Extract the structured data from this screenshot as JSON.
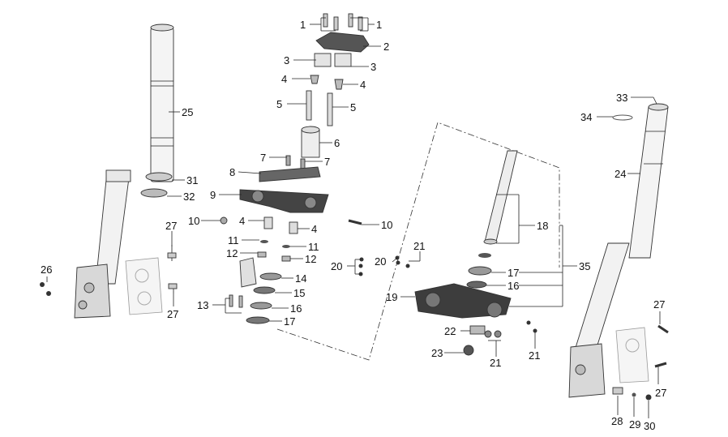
{
  "diagram": {
    "labels": [
      {
        "id": "callout-1a",
        "text": "1"
      },
      {
        "id": "callout-1b",
        "text": "1"
      },
      {
        "id": "callout-2",
        "text": "2"
      },
      {
        "id": "callout-3a",
        "text": "3"
      },
      {
        "id": "callout-3b",
        "text": "3"
      },
      {
        "id": "callout-4a",
        "text": "4"
      },
      {
        "id": "callout-4b",
        "text": "4"
      },
      {
        "id": "callout-5a",
        "text": "5"
      },
      {
        "id": "callout-5b",
        "text": "5"
      },
      {
        "id": "callout-6",
        "text": "6"
      },
      {
        "id": "callout-7a",
        "text": "7"
      },
      {
        "id": "callout-7b",
        "text": "7"
      },
      {
        "id": "callout-8",
        "text": "8"
      },
      {
        "id": "callout-9",
        "text": "9"
      },
      {
        "id": "callout-10a",
        "text": "10"
      },
      {
        "id": "callout-10b",
        "text": "10"
      },
      {
        "id": "callout-4c",
        "text": "4"
      },
      {
        "id": "callout-4d",
        "text": "4"
      },
      {
        "id": "callout-11a",
        "text": "11"
      },
      {
        "id": "callout-11b",
        "text": "11"
      },
      {
        "id": "callout-12a",
        "text": "12"
      },
      {
        "id": "callout-12b",
        "text": "12"
      },
      {
        "id": "callout-13",
        "text": "13"
      },
      {
        "id": "callout-14",
        "text": "14"
      },
      {
        "id": "callout-15",
        "text": "15"
      },
      {
        "id": "callout-16a",
        "text": "16"
      },
      {
        "id": "callout-17a",
        "text": "17"
      },
      {
        "id": "callout-25",
        "text": "25"
      },
      {
        "id": "callout-26",
        "text": "26"
      },
      {
        "id": "callout-27a",
        "text": "27"
      },
      {
        "id": "callout-27b",
        "text": "27"
      },
      {
        "id": "callout-31",
        "text": "31"
      },
      {
        "id": "callout-32",
        "text": "32"
      },
      {
        "id": "callout-18",
        "text": "18"
      },
      {
        "id": "callout-17b",
        "text": "17"
      },
      {
        "id": "callout-16b",
        "text": "16"
      },
      {
        "id": "callout-35",
        "text": "35"
      },
      {
        "id": "callout-19",
        "text": "19"
      },
      {
        "id": "callout-20a",
        "text": "20"
      },
      {
        "id": "callout-20b",
        "text": "20"
      },
      {
        "id": "callout-21a",
        "text": "21"
      },
      {
        "id": "callout-21b",
        "text": "21"
      },
      {
        "id": "callout-21c",
        "text": "21"
      },
      {
        "id": "callout-22",
        "text": "22"
      },
      {
        "id": "callout-23",
        "text": "23"
      },
      {
        "id": "callout-33",
        "text": "33"
      },
      {
        "id": "callout-34",
        "text": "34"
      },
      {
        "id": "callout-24",
        "text": "24"
      },
      {
        "id": "callout-27c",
        "text": "27"
      },
      {
        "id": "callout-27d",
        "text": "27"
      },
      {
        "id": "callout-28",
        "text": "28"
      },
      {
        "id": "callout-29",
        "text": "29"
      },
      {
        "id": "callout-30",
        "text": "30"
      }
    ]
  }
}
